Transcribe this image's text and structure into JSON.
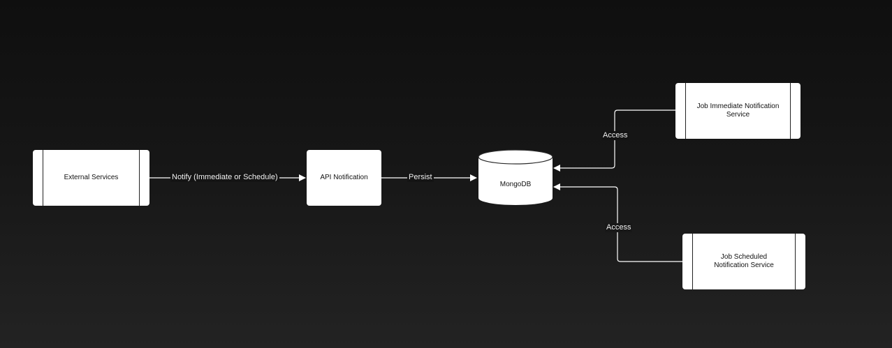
{
  "nodes": {
    "external_services": "External Services",
    "api_notification": "API Notification",
    "mongodb": "MongoDB",
    "job_immediate": "Job Immediate Notification\nService",
    "job_scheduled": "Job Scheduled\nNotification Service"
  },
  "edges": {
    "notify": "Notify (Immediate or Schedule)",
    "persist": "Persist",
    "access_immediate": "Access",
    "access_scheduled": "Access"
  },
  "colors": {
    "node_fill": "#ffffff",
    "edge": "#ffffff",
    "background": "#161616"
  }
}
